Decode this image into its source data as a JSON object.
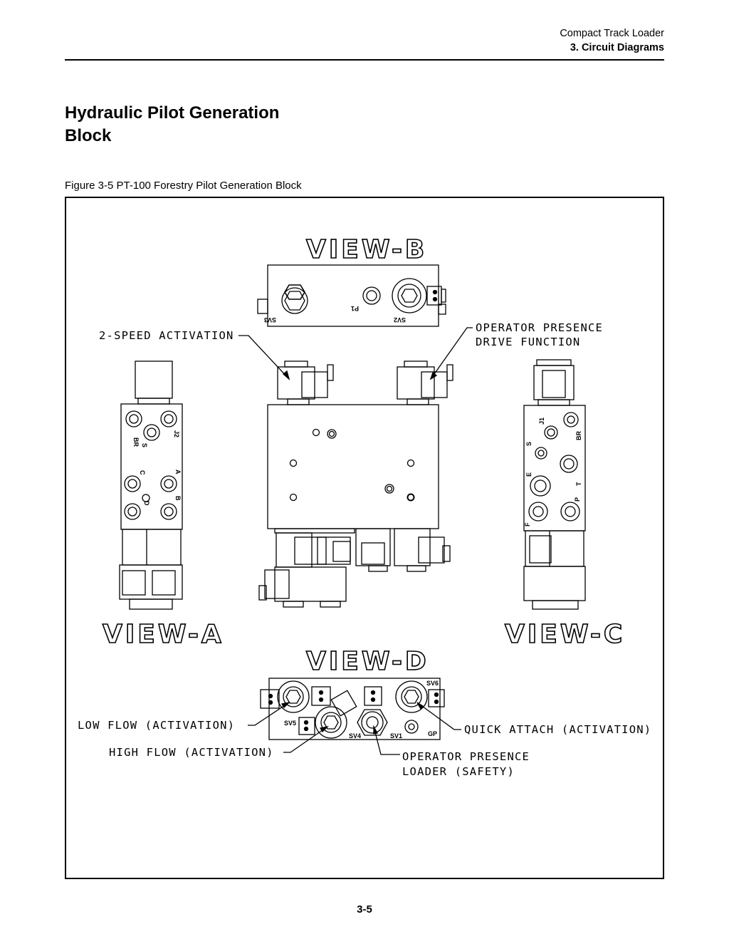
{
  "header": {
    "line1": "Compact Track Loader",
    "line2": "3. Circuit Diagrams"
  },
  "page_title_line1": "Hydraulic Pilot Generation",
  "page_title_line2": "Block",
  "figure_caption": "Figure 3-5 PT-100 Forestry Pilot Generation Block",
  "views": {
    "a": "VIEW-A",
    "b": "VIEW-B",
    "c": "VIEW-C",
    "d": "VIEW-D"
  },
  "callouts": {
    "two_speed": "2-SPEED ACTIVATION",
    "op_presence_drive_1": "OPERATOR PRESENCE",
    "op_presence_drive_2": "DRIVE FUNCTION",
    "low_flow": "LOW FLOW (ACTIVATION)",
    "high_flow": "HIGH FLOW (ACTIVATION)",
    "quick_attach": "QUICK ATTACH (ACTIVATION)",
    "op_presence_loader_1": "OPERATOR PRESENCE",
    "op_presence_loader_2": "LOADER (SAFETY)"
  },
  "ports": {
    "view_b": {
      "sv3": "SV3",
      "p1": "P1",
      "sv2": "SV2"
    },
    "view_a": {
      "br": "BR",
      "s": "S",
      "j2": "J2",
      "c": "C",
      "a": "A",
      "d": "D",
      "b": "B"
    },
    "view_c": {
      "j1": "J1",
      "br": "BR",
      "s": "S",
      "t": "T",
      "e": "E",
      "p": "P",
      "f": "F"
    },
    "view_d": {
      "sv6": "SV6",
      "sv5": "SV5",
      "sv4": "SV4",
      "sv1": "SV1",
      "gp": "GP"
    }
  },
  "page_number": "3-5"
}
